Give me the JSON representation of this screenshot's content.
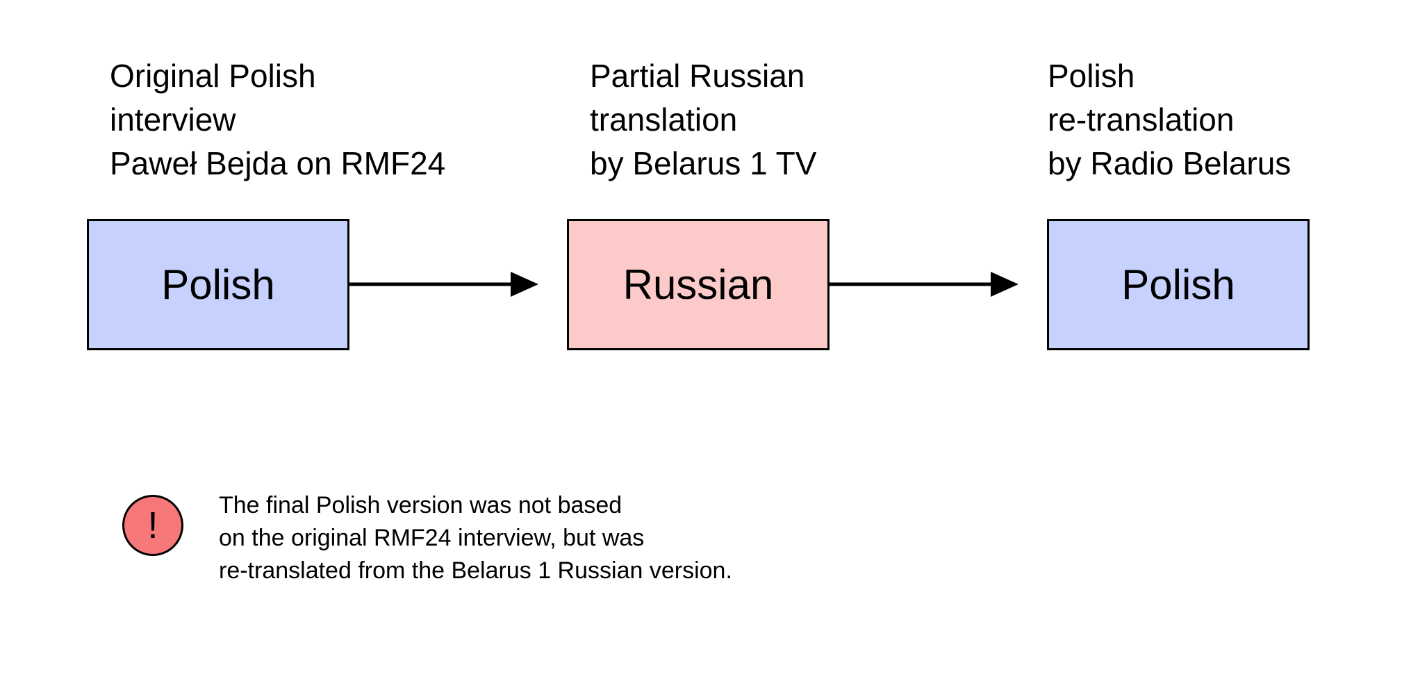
{
  "stages": [
    {
      "caption_lines": [
        "Original Polish",
        "interview",
        "Paweł Bejda on RMF24"
      ],
      "box_label": "Polish",
      "box_color": "#c7d1fd"
    },
    {
      "caption_lines": [
        "Partial Russian",
        "translation",
        "by Belarus 1 TV"
      ],
      "box_label": "Russian",
      "box_color": "#fdcaca"
    },
    {
      "caption_lines": [
        "Polish",
        "re-translation",
        "by Radio Belarus"
      ],
      "box_label": "Polish",
      "box_color": "#c7d1fd"
    }
  ],
  "warning": {
    "icon": "exclamation-icon",
    "icon_glyph": "!",
    "icon_color": "#f67878",
    "lines": [
      "The final Polish version was not based",
      "on the original RMF24 interview, but was",
      "re-translated from the Belarus 1 Russian version."
    ]
  }
}
